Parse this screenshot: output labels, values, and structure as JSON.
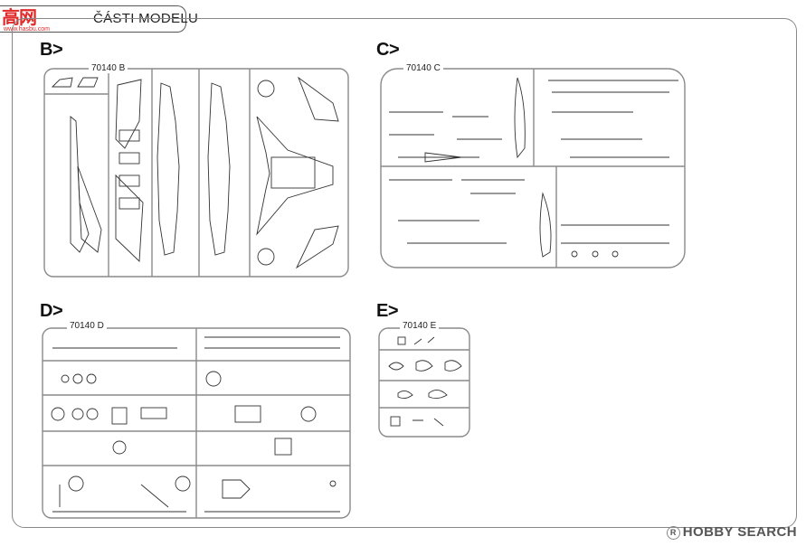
{
  "header": {
    "title": "ČÁSTI MODELU",
    "logo_text": "高网",
    "logo_sub": "www.hasbu.com"
  },
  "sections": {
    "B": {
      "label": "B>",
      "code": "70140 B"
    },
    "C": {
      "label": "C>",
      "code": "70140 C"
    },
    "D": {
      "label": "D>",
      "code": "70140 D"
    },
    "E": {
      "label": "E>",
      "code": "70140 E"
    }
  },
  "footer": {
    "brand": "HOBBY SEARCH",
    "mark": "R"
  },
  "colors": {
    "line": "#8a8a8a",
    "ink": "#333333",
    "logo": "#e02a2a"
  }
}
